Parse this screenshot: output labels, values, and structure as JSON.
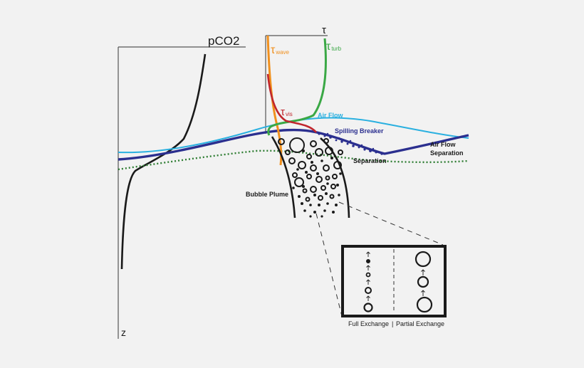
{
  "axes": {
    "pco2_label": "pCO2",
    "tau_label": "τ",
    "z_label": "z"
  },
  "stress": {
    "wave": {
      "symbol": "τ",
      "sub": "wave"
    },
    "turb": {
      "symbol": "τ",
      "sub": "turb"
    },
    "vis": {
      "symbol": "τ",
      "sub": "vis"
    }
  },
  "labels": {
    "air_flow": "Air Flow",
    "spilling_breaker": "Spilling Breaker",
    "air_flow_separation_1": "Air Flow",
    "air_flow_separation_2": "Separation",
    "separation": "Separation",
    "bubble_plume": "Bubble Plume",
    "full_exchange": "Full Exchange",
    "partial_exchange": "Partial Exchange",
    "divider": "|"
  },
  "colors": {
    "background": "#f2f2f2",
    "black": "#1a1a1a",
    "wave": "#f0901e",
    "turb": "#3aa845",
    "vis": "#c0262d",
    "air_flow": "#2ab0e0",
    "surface": "#2b2f8f",
    "separation": "#2e7d32"
  }
}
